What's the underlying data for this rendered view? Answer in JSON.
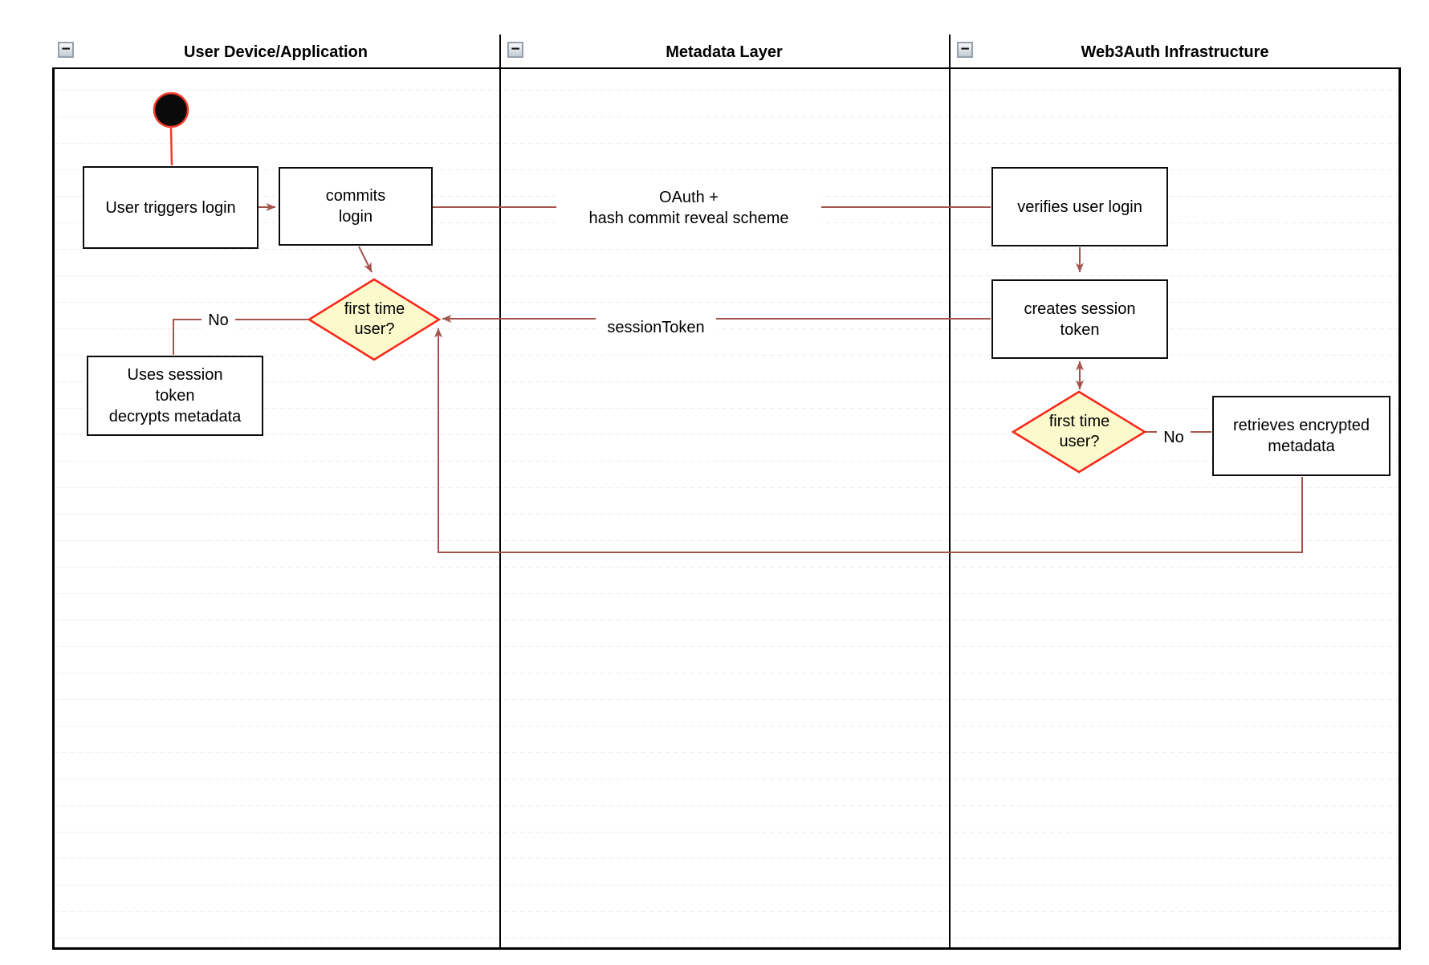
{
  "diagram": {
    "lanes": [
      {
        "title": "User Device/Application"
      },
      {
        "title": "Metadata Layer"
      },
      {
        "title": "Web3Auth Infrastructure"
      }
    ],
    "nodes": {
      "user_triggers_login": "User triggers login",
      "commits_login": "commits\nlogin",
      "verifies_user_login": "verifies user login",
      "creates_session_token": "creates session\ntoken",
      "first_time_user_device": "first time\nuser?",
      "uses_session_token": "Uses session\ntoken\ndecrypts metadata",
      "first_time_user_infra": "first time\nuser?",
      "retrieves_encrypted_metadata": "retrieves encrypted\nmetadata"
    },
    "edge_labels": {
      "oauth": "OAuth +\nhash commit reveal scheme",
      "session_token": "sessionToken",
      "no_device": "No",
      "no_infra": "No"
    },
    "icons": {
      "collapse_glyph": "−"
    },
    "colors": {
      "connector": "#a5544c",
      "accent_red": "#f63a28",
      "decision_fill": "#fcf9cc",
      "decision_stroke": "#fb2518",
      "frame": "#000000",
      "node_fill": "#ffffff"
    }
  }
}
